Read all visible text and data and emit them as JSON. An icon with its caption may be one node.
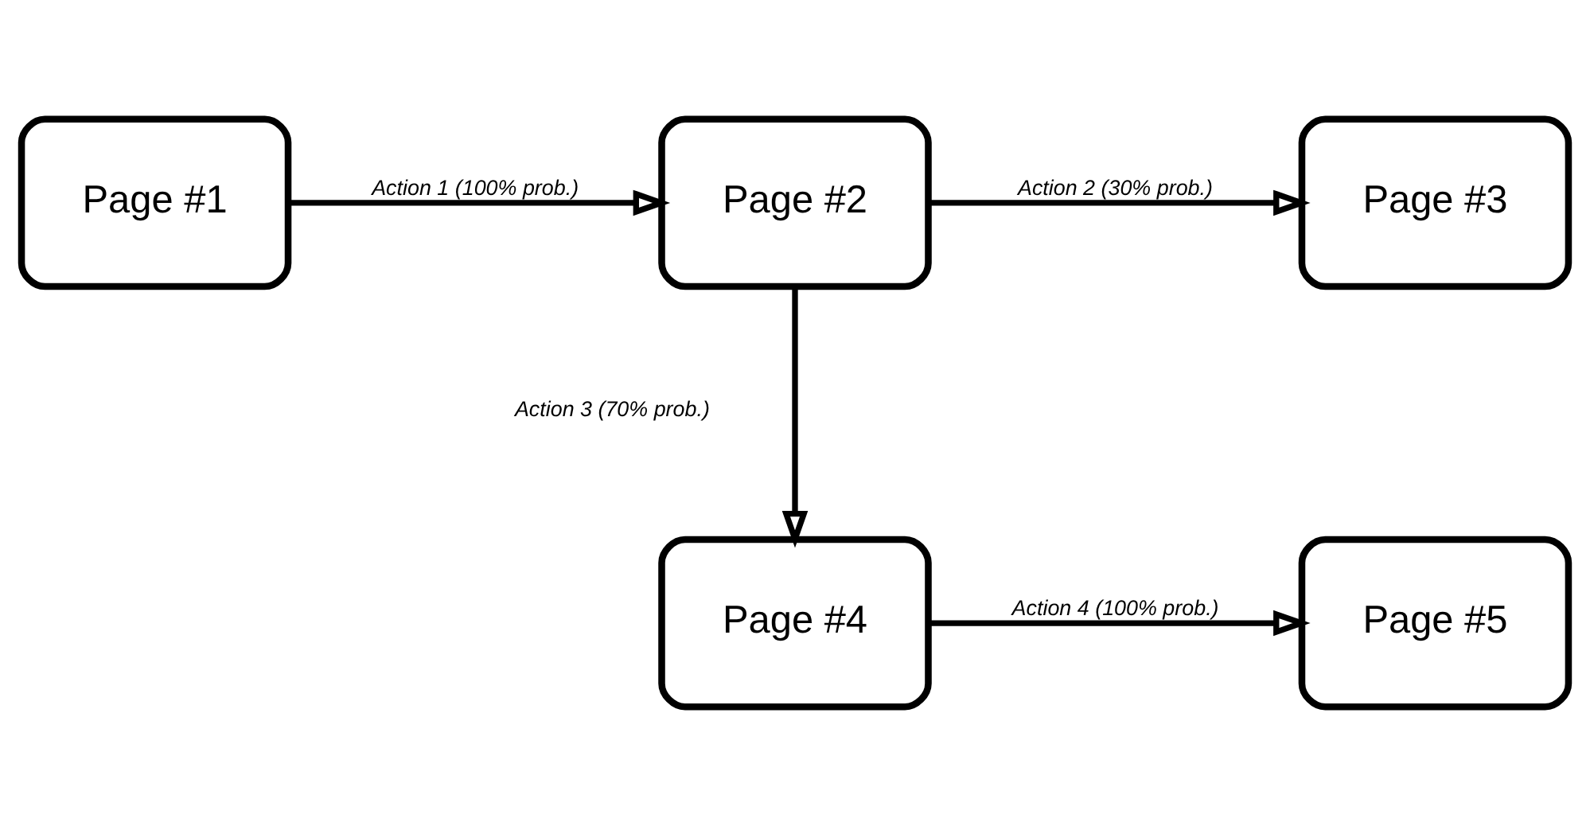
{
  "diagram": {
    "nodes": [
      {
        "text": [
          "Page #1"
        ]
      },
      {
        "text": [
          "Page #2"
        ]
      },
      {
        "text": [
          "Page #3"
        ]
      },
      {
        "text": [
          "Page #4"
        ]
      },
      {
        "text": [
          "Page #5"
        ]
      }
    ],
    "edges": [
      {
        "from": 0,
        "to": 1,
        "arrow": "to",
        "label": "Action 1 (100% prob.)"
      },
      {
        "from": 1,
        "to": 2,
        "arrow": "to",
        "label": "Action 2 (30% prob.)"
      },
      {
        "from": 1,
        "to": 3,
        "arrow": "to",
        "label": "Action 3 (70% prob.)"
      },
      {
        "from": 3,
        "to": 4,
        "arrow": "to",
        "label": "Action 4 (100% prob.)"
      }
    ]
  }
}
